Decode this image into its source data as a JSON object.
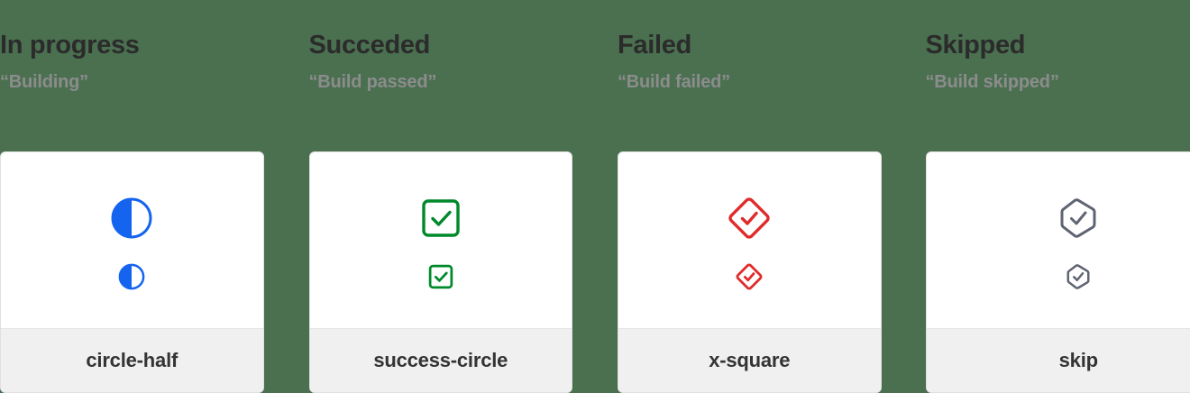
{
  "page": {
    "background_color": "#4a7050",
    "card_background": "#ffffff",
    "footer_background": "#f0f0f0",
    "title_color": "#2b2b2b",
    "subtitle_color": "#8c8c8c",
    "footer_label_color": "#343434"
  },
  "columns": [
    {
      "title": "In progress",
      "subtitle": "“Building”",
      "icon_name": "circle-half-icon",
      "icon_label": "circle-half",
      "icon_color": "#1464f0"
    },
    {
      "title": "Succeded",
      "subtitle": "“Build passed”",
      "icon_name": "success-circle-icon",
      "icon_label": "success-circle",
      "icon_color": "#00892a"
    },
    {
      "title": "Failed",
      "subtitle": "“Build failed”",
      "icon_name": "x-square-icon",
      "icon_label": "x-square",
      "icon_color": "#e02b2b"
    },
    {
      "title": "Skipped",
      "subtitle": "“Build skipped”",
      "icon_name": "skip-icon",
      "icon_label": "skip",
      "icon_color": "#5f6473"
    }
  ]
}
